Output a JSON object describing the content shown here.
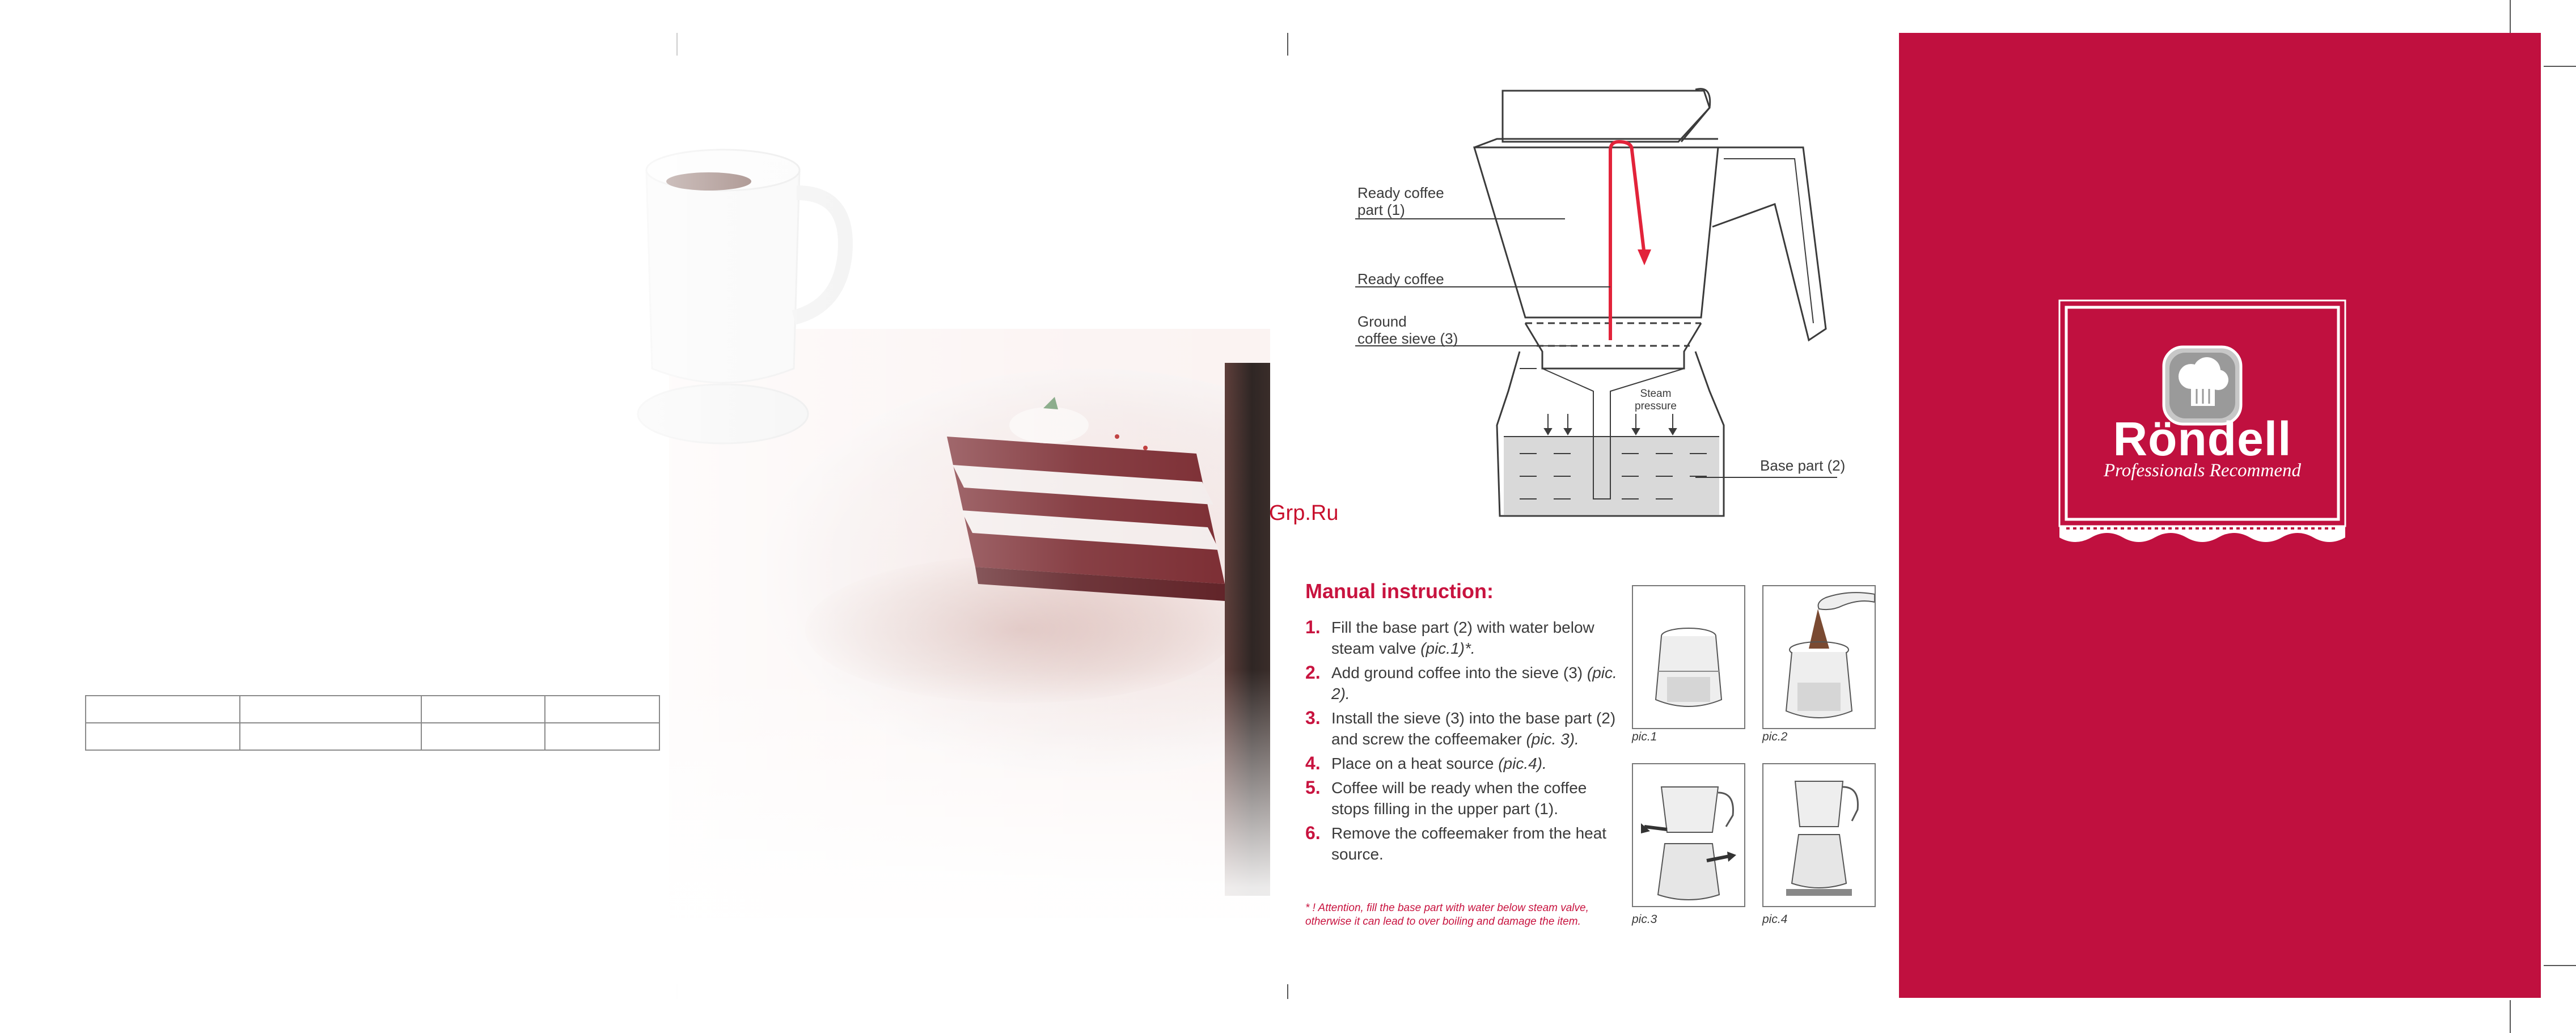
{
  "watermark": "Grp.Ru",
  "diagram": {
    "labels": {
      "ready_coffee_part_line1": "Ready coffee",
      "ready_coffee_part_line2": "part (1)",
      "ready_coffee": "Ready coffee",
      "sieve_line1": "Ground",
      "sieve_line2": "coffee sieve (3)",
      "steam_line1": "Steam",
      "steam_line2": "pressure",
      "base_part": "Base part (2)"
    }
  },
  "instructions": {
    "title": "Manual instruction:",
    "steps": [
      {
        "num": "1.",
        "text": "Fill the base part (2) with water below steam valve",
        "italic": "(pic.1)*."
      },
      {
        "num": "2.",
        "text": "Add ground coffee into the sieve (3)",
        "italic": "(pic. 2)."
      },
      {
        "num": "3.",
        "text": "Install the sieve (3) into the base part (2) and screw the coffeemaker",
        "italic": "(pic. 3)."
      },
      {
        "num": "4.",
        "text": "Place on a heat source",
        "italic": "(pic.4)."
      },
      {
        "num": "5.",
        "text": "Coffee will be ready when the coffee stops filling in the upper part (1).",
        "italic": ""
      },
      {
        "num": "6.",
        "text": "Remove the coffeemaker from the heat source.",
        "italic": ""
      }
    ],
    "note_line1": "* ! Attention, fill the base part with water below steam valve,",
    "note_line2": "otherwise it can lead to over boiling and damage the item."
  },
  "pics": {
    "pic1": "pic.1",
    "pic2": "pic.2",
    "pic3": "pic.3",
    "pic4": "pic.4"
  },
  "cover": {
    "brand": "Röndell",
    "tagline": "Professionals Recommend",
    "color": "#c0103f"
  },
  "colors": {
    "accent": "#c8133f",
    "arrow": "#e2233a"
  }
}
